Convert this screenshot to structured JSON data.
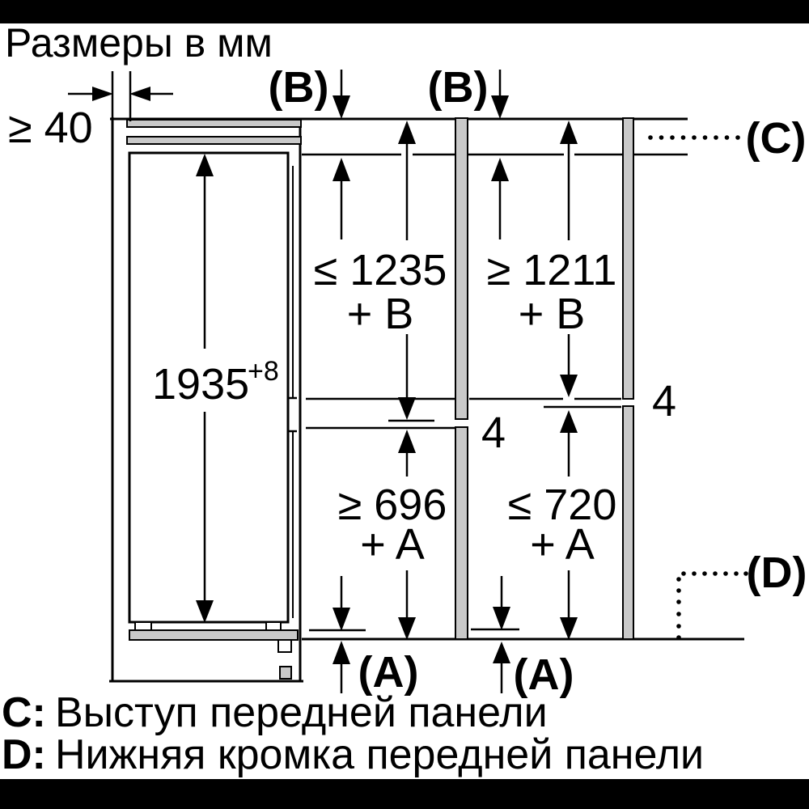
{
  "title": "Размеры в мм",
  "colors": {
    "line": "#000000",
    "panel": "#c9c9c9",
    "background": "#ffffff",
    "letterbox": "#000000"
  },
  "dims": {
    "side_clearance": "≥ 40",
    "niche_height": "1935",
    "niche_height_sup": "+8",
    "upper_left": "≤ 1235",
    "upper_left_add": "+ B",
    "upper_right": "≥ 1211",
    "upper_right_add": "+ B",
    "lower_left": "≥ 696",
    "lower_left_add": "+ A",
    "lower_right": "≤ 720",
    "lower_right_add": "+ A",
    "joint_gap_left": "4",
    "joint_gap_right": "4"
  },
  "labels": {
    "b_left": "(B)",
    "b_right": "(B)",
    "c": "(C)",
    "d": "(D)",
    "a_left": "(A)",
    "a_right": "(A)"
  },
  "legend": {
    "c_prefix": "C:",
    "c_text": "Выступ передней панели",
    "d_prefix": "D:",
    "d_text": "Нижняя кромка передней панели"
  }
}
